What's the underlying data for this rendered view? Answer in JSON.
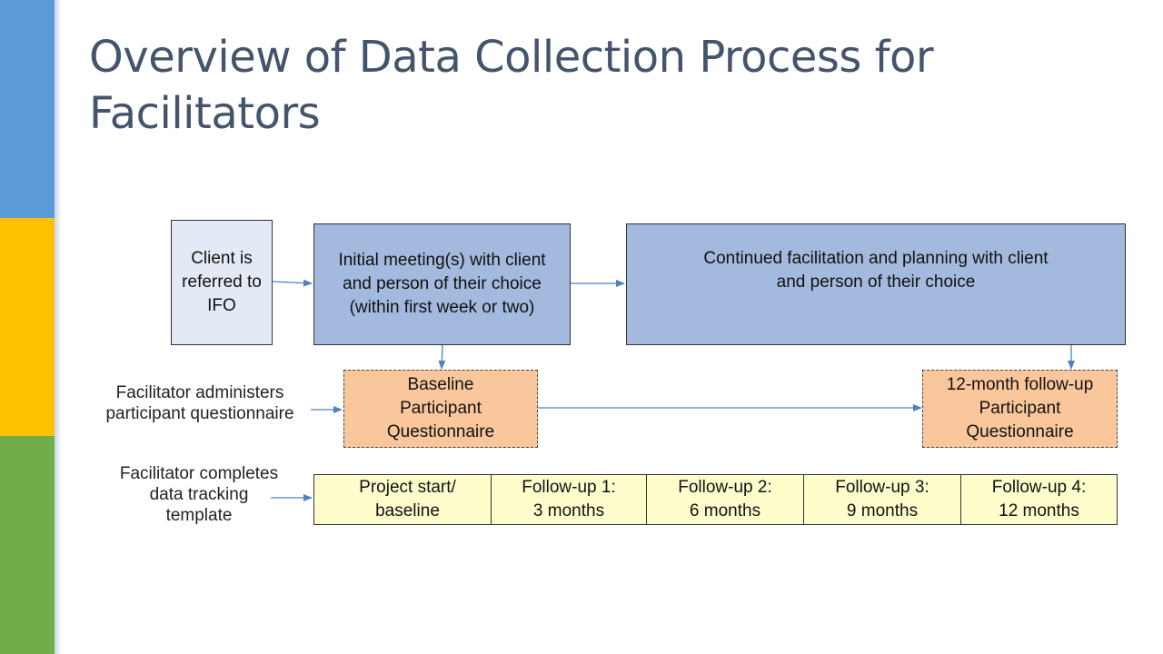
{
  "slide": {
    "title": "Overview of Data Collection Process for Facilitators"
  },
  "diagram": {
    "boxes": {
      "referral": "Client is\nreferred to\nIFO",
      "initial_meeting": "Initial meeting(s) with client\nand person of their choice\n(within first week or two)",
      "continued": "Continued facilitation and planning with client\nand person of their choice",
      "baseline_q": "Baseline\nParticipant\nQuestionnaire",
      "followup_q": "12-month follow-up\nParticipant\nQuestionnaire"
    },
    "labels": {
      "questionnaire": "Facilitator administers\nparticipant questionnaire",
      "tracking": "Facilitator completes\ndata tracking\ntemplate"
    },
    "timeline": [
      "Project start/\nbaseline",
      "Follow-up 1:\n3 months",
      "Follow-up 2:\n6 months",
      "Follow-up 3:\n9 months",
      "Follow-up 4:\n12 months"
    ],
    "colors": {
      "light_box": "#e4eaf5",
      "blue_box": "#a3b9de",
      "orange_box": "#fac79c",
      "yellow_box": "#fefecd",
      "arrow": "#4f81bd"
    }
  }
}
